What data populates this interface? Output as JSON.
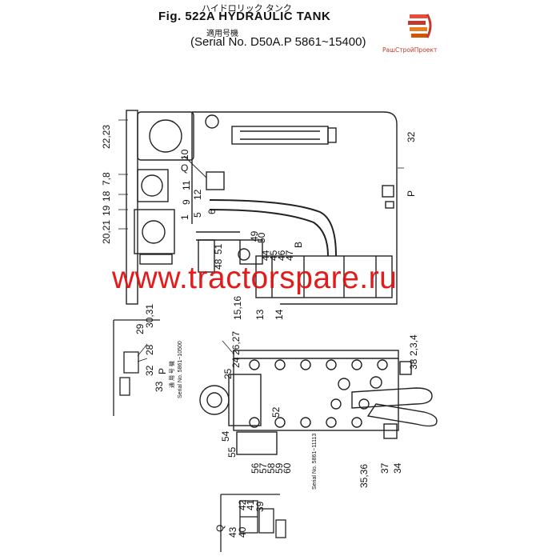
{
  "header": {
    "title_jp": "ハイドロリック タンク",
    "title": "Fig. 522A  HYDRAULIC TANK",
    "applicable_jp": "適用号機",
    "serial": "(Serial No. D50A.P 5861~15400)"
  },
  "logo": {
    "text": "РашСтройПроект",
    "icon": "brand-logo-icon",
    "color": "#c0392b"
  },
  "watermark": {
    "text": "www.tractorspare.ru",
    "color": "#e11010"
  },
  "callouts_main": [
    "22,23",
    "7,8",
    "18",
    "19",
    "20,21",
    "10",
    "Q",
    "11",
    "9",
    "12",
    "1",
    "5",
    "6",
    "49",
    "50",
    "48",
    "51",
    "44",
    "45",
    "46",
    "47",
    "B",
    "15,16",
    "13",
    "14",
    "32",
    "P"
  ],
  "callouts_bottom": [
    "26,27",
    "24",
    "25",
    "52",
    "54",
    "55",
    "56",
    "57",
    "58",
    "59",
    "60",
    "38",
    "2,3,4",
    "35,36",
    "37",
    "34"
  ],
  "detail_p": {
    "callouts": [
      "29",
      "28",
      "30,31",
      "32",
      "33",
      "P"
    ]
  },
  "detail_q": {
    "callouts": [
      "42",
      "41",
      "39",
      "40",
      "43",
      "Q"
    ]
  },
  "serial_notes": [
    "通 用 号 機",
    "Serial No. 5861~10500",
    "Serial No. 5861~11113"
  ]
}
